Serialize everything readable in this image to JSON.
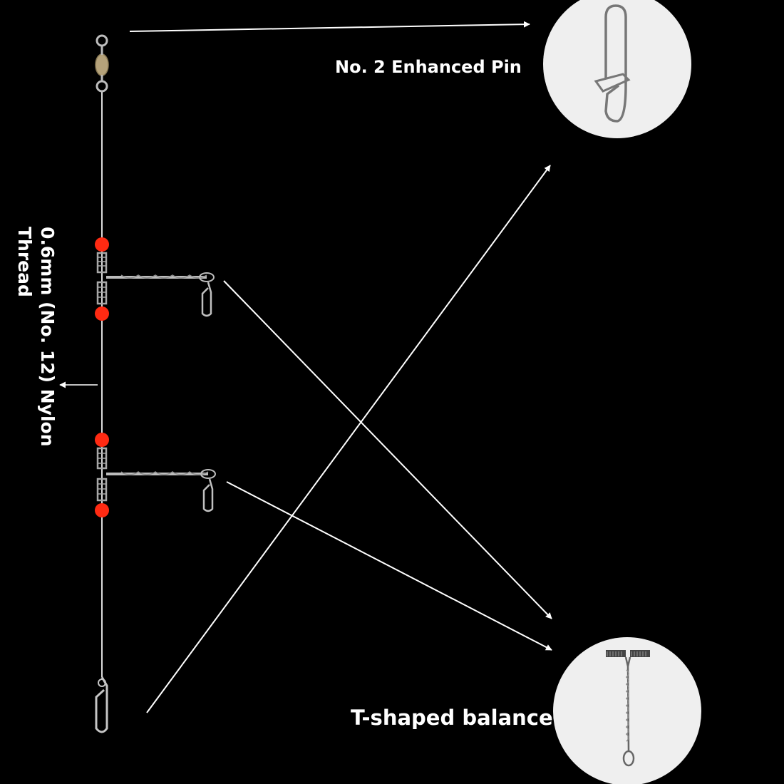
{
  "labels": {
    "pin": "No. 2 Enhanced Pin",
    "t_balance": "T-shaped balance",
    "thread_line1": "0.6mm (No. 12) Nylon",
    "thread_line2": "Thread"
  },
  "colors": {
    "background": "#000000",
    "bead": "#ff2a12",
    "line": "#e8e8e8",
    "metal": "#a8a8a8",
    "inset_circle": "#efefef"
  }
}
